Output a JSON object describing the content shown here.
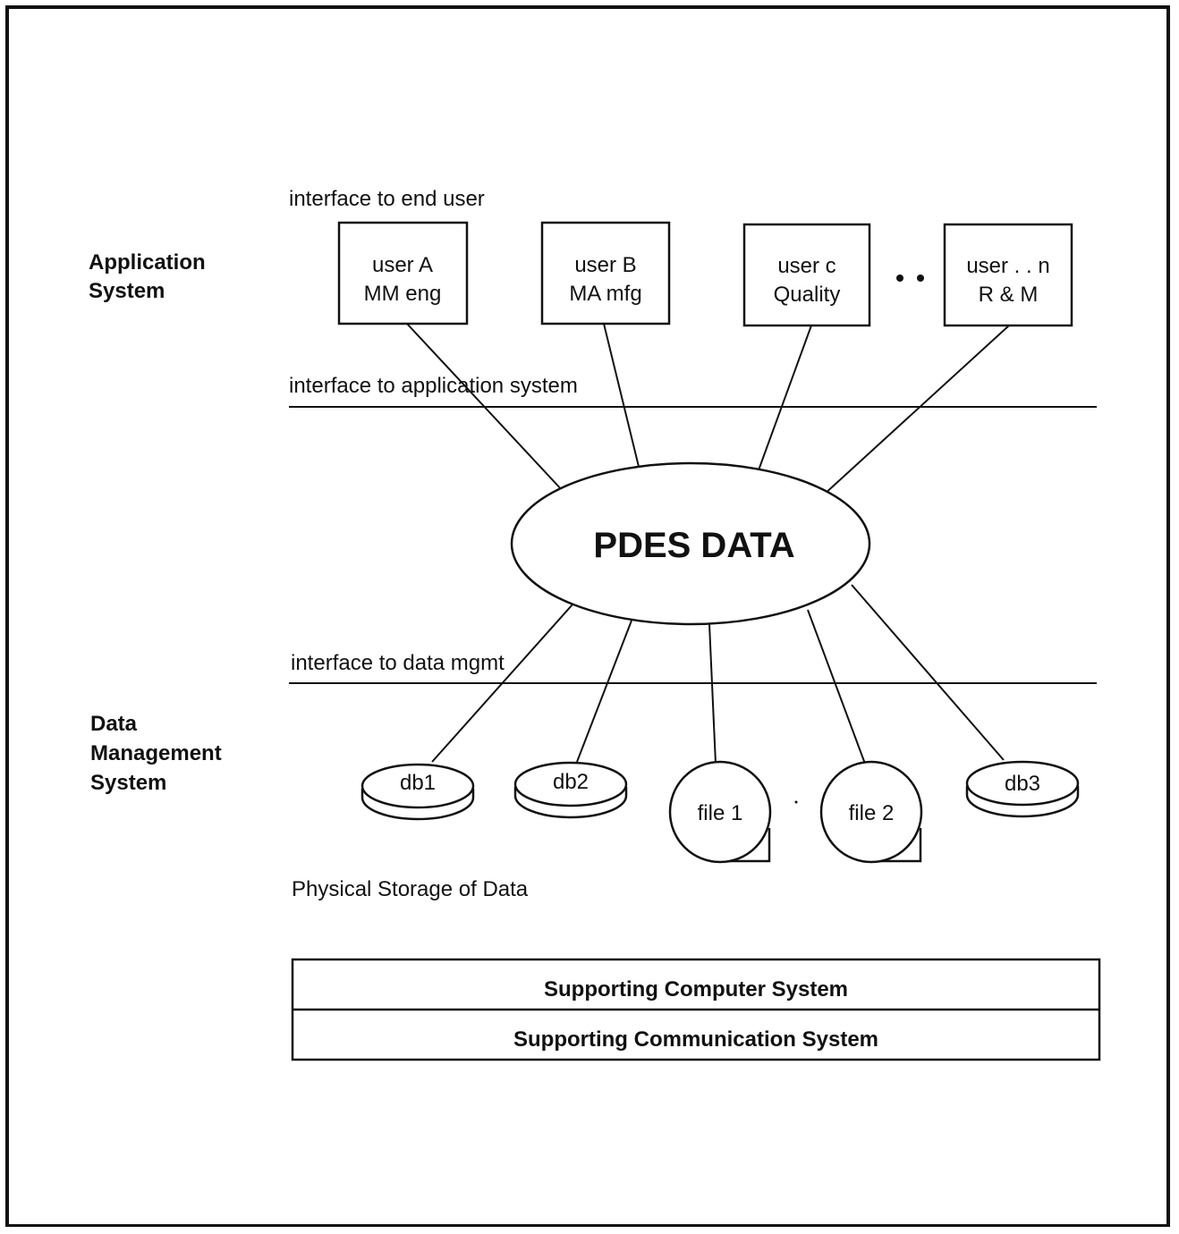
{
  "layers": {
    "application": [
      "Application",
      "System"
    ],
    "data_management": [
      "Data",
      "Management",
      "System"
    ]
  },
  "interfaces": {
    "end_user": "interface to end user",
    "application_system": "interface to application system",
    "data_mgmt": "interface to data mgmt"
  },
  "users": [
    {
      "line1": "user A",
      "line2": "MM eng"
    },
    {
      "line1": "user B",
      "line2": "MA mfg"
    },
    {
      "line1": "user c",
      "line2": "Quality"
    },
    {
      "line1": "user . . n",
      "line2": "R & M"
    }
  ],
  "center": "PDES DATA",
  "storage": {
    "db1": "db1",
    "db2": "db2",
    "file1": "file 1",
    "file2": "file 2",
    "db3": "db3",
    "caption": "Physical Storage of Data"
  },
  "support": {
    "computer": "Supporting Computer System",
    "communication": "Supporting Communication System"
  }
}
